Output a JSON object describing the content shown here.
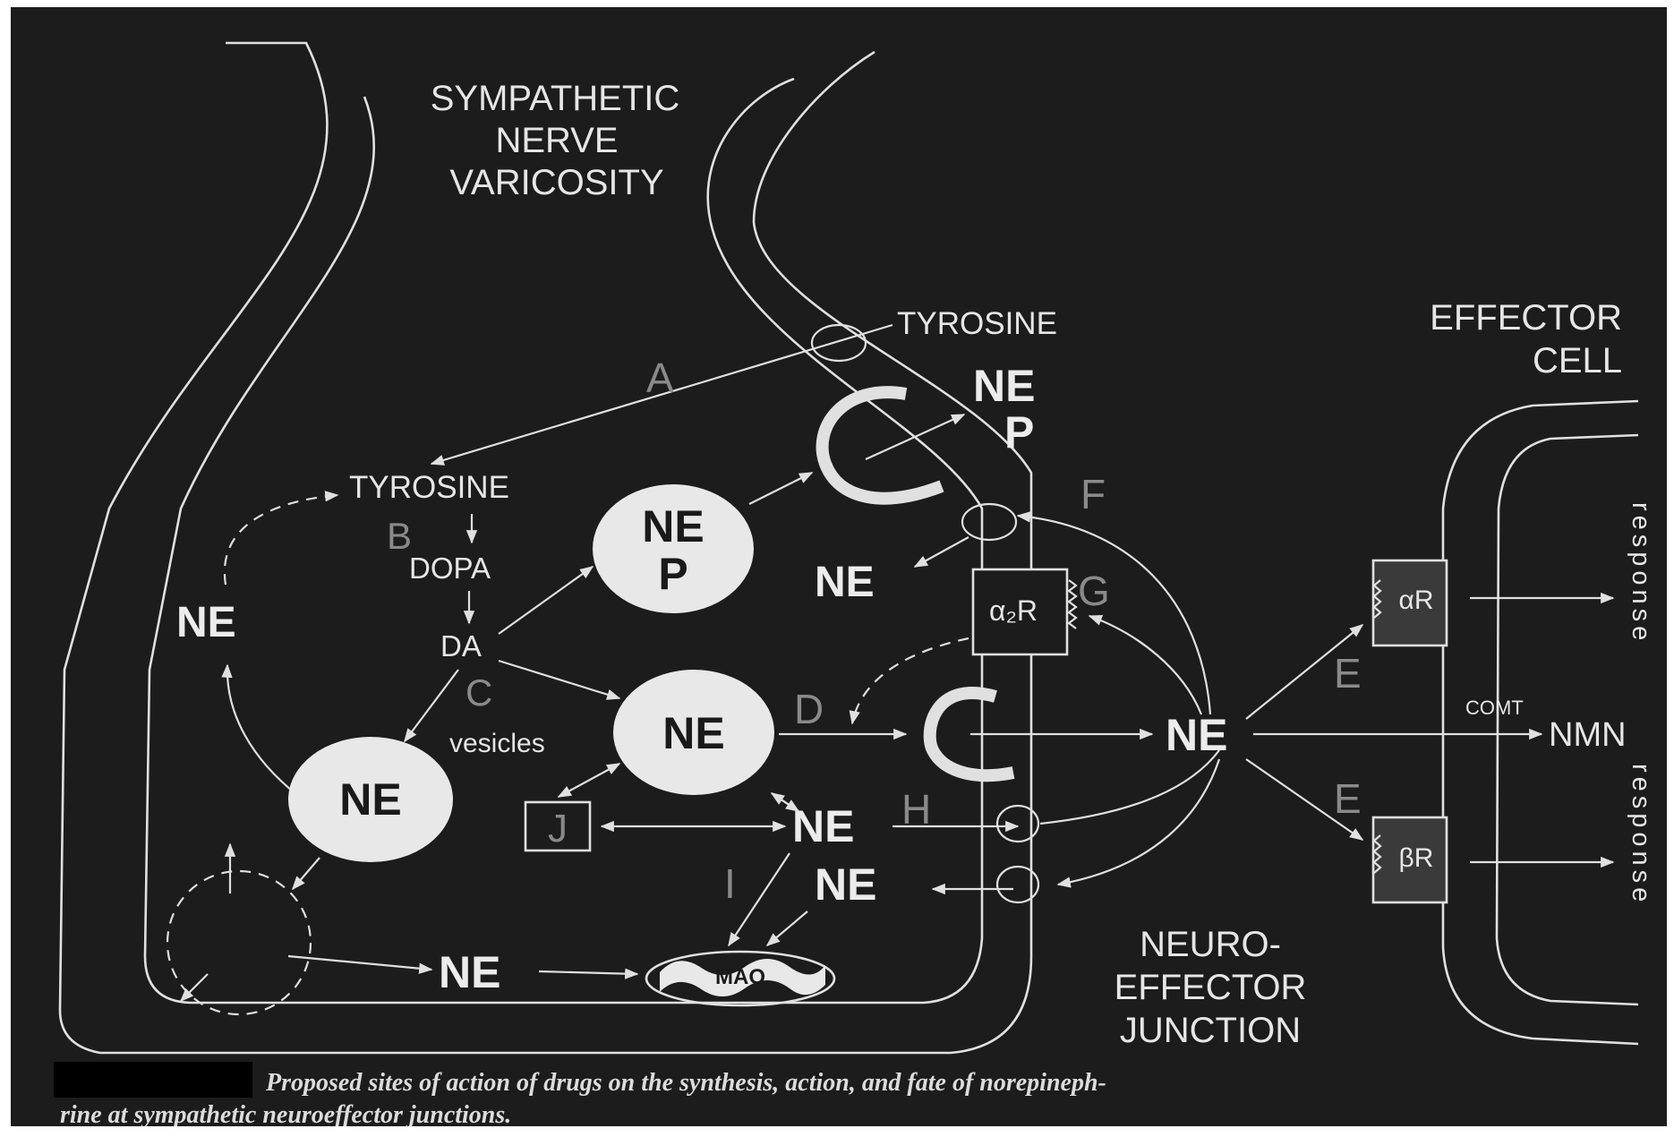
{
  "labels": {
    "varicosity_title": [
      "SYMPATHETIC",
      "NERVE",
      "VARICOSITY"
    ],
    "effector_title": [
      "EFFECTOR",
      "CELL"
    ],
    "junction_title": [
      "NEURO-",
      "EFFECTOR",
      "JUNCTION"
    ],
    "tyrosine_outside": "TYROSINE",
    "tyrosine_inside": "TYROSINE",
    "dopa": "DOPA",
    "da": "DA",
    "vesicles": "vesicles",
    "ne": "NE",
    "p": "P",
    "mao": "MAO",
    "comt": "COMT",
    "nmn": "NMN",
    "alpha2r": "α₂R",
    "alphar": "αR",
    "betar": "βR",
    "response": "response"
  },
  "site_letters": {
    "a": "A",
    "b": "B",
    "c": "C",
    "d": "D",
    "e": "E",
    "f": "F",
    "g": "G",
    "h": "H",
    "i": "I",
    "j": "J"
  },
  "caption": {
    "line1": "Proposed sites of action of drugs on the synthesis, action, and fate of norepineph-",
    "line2": "rine at sympathetic neuroeffector junctions."
  },
  "colors": {
    "background": "#1c1c1c",
    "foreground": "#e0e0e0",
    "vesicle_fill": "#e8e8e8",
    "receptor_fill": "#3a3a3a",
    "letter_grey": "#8a8a8a"
  }
}
